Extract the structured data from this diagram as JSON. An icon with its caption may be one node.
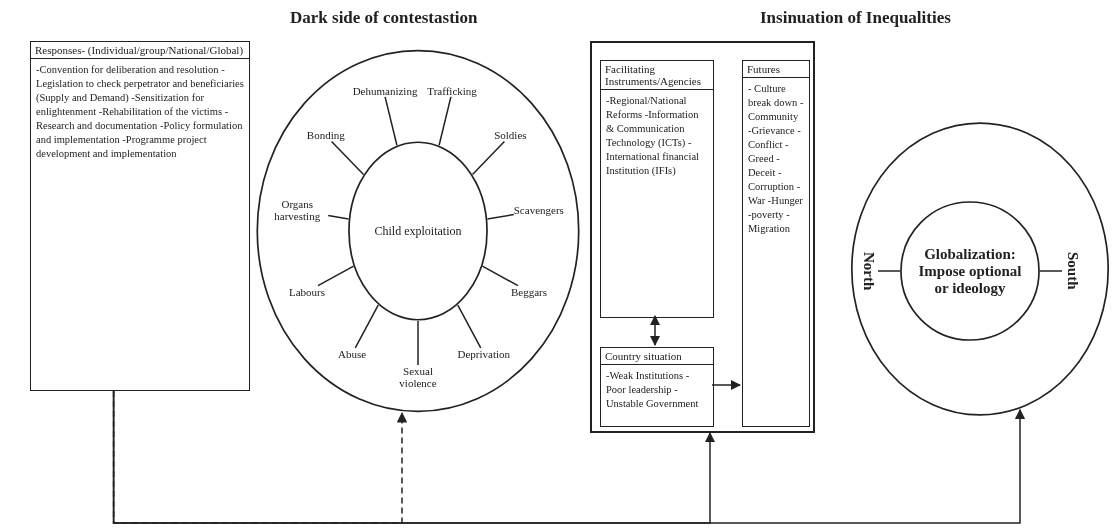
{
  "diagram": {
    "nodes": [
      {
        "text": [],
        "shape": "circle"
      },
      {
        "text": [
          "Globalization: Impose optional or ideology"
        ],
        "in": 0
      },
      {
        "text": [
          "South"
        ],
        "in": 0
      },
      {
        "text": [
          "North"
        ],
        "in": 0
      },
      {
        "text": [],
        "shape": "box"
      },
      {
        "text": [
          "Facilitating Instruments/Agencies",
          "-Regional/National Reforms -Information & Communication Technology (ICTs) -International financial Institution (IFIs)"
        ],
        "in": 4
      },
      {
        "text": [
          "Country situation",
          "-Weak Institutions -Poor leadership -Unstable Government"
        ],
        "in": 4
      },
      {
        "text": [
          "Futures",
          "- Culture break down -Community -Grievance -Conflict -Greed -Deceit -Corruption -War -Hunger -poverty -Migration"
        ],
        "in": 4
      },
      {
        "text": [],
        "shape": "circle"
      },
      {
        "text": [
          "Child exploitation"
        ],
        "in": 8
      },
      {
        "text": [
          "Sexual violence"
        ],
        "in": 8
      },
      {
        "text": [
          "Abuse"
        ],
        "in": 8
      },
      {
        "text": [
          "Labours"
        ],
        "in": 8
      },
      {
        "text": [
          "Organs harvesting"
        ],
        "in": 8
      },
      {
        "text": [
          "Bonding"
        ],
        "in": 8
      },
      {
        "text": [
          "Dehumanizing"
        ],
        "in": 8
      },
      {
        "text": [
          "Trafficking"
        ],
        "in": 8
      },
      {
        "text": [
          "Soldies"
        ],
        "in": 8
      },
      {
        "text": [
          "Scavengers"
        ],
        "in": 8
      },
      {
        "text": [
          "Beggars"
        ],
        "in": 8
      },
      {
        "text": [
          "Deprivation"
        ],
        "in": 8
      },
      {
        "text": [
          "Responses- (Individual/group/National/Global)",
          "-Convention for deliberation and resolution -Legislation to check perpetrator and beneficiaries (Supply and Demand) -Sensitization for enlightenment -Rehabilitation of the victims -Research and documentation -Policy formulation and implementation -Programme project development and implementation"
        ]
      }
    ],
    "edges": [
      {
        "from": 21,
        "to": 0,
        "arrow": "to"
      },
      {
        "from": 21,
        "to": 4,
        "arrow": "to"
      },
      {
        "from": 21,
        "to": 8,
        "arrow": "to",
        "style": "dashed"
      },
      {
        "from": 5,
        "to": 6,
        "arrow": "both"
      },
      {
        "from": 6,
        "to": 7,
        "arrow": "to"
      },
      {
        "from": 1,
        "to": 2,
        "arrow": "none"
      },
      {
        "from": 1,
        "to": 3,
        "arrow": "none"
      },
      {
        "from": 9,
        "to": 10,
        "arrow": "none"
      },
      {
        "from": 9,
        "to": 11,
        "arrow": "none"
      },
      {
        "from": 9,
        "to": 12,
        "arrow": "none"
      },
      {
        "from": 9,
        "to": 13,
        "arrow": "none"
      },
      {
        "from": 9,
        "to": 14,
        "arrow": "none"
      },
      {
        "from": 9,
        "to": 15,
        "arrow": "none"
      },
      {
        "from": 9,
        "to": 16,
        "arrow": "none"
      },
      {
        "from": 9,
        "to": 17,
        "arrow": "none"
      },
      {
        "from": 9,
        "to": 18,
        "arrow": "none"
      },
      {
        "from": 9,
        "to": 19,
        "arrow": "none"
      },
      {
        "from": 9,
        "to": 20,
        "arrow": "none"
      }
    ],
    "labels": [
      "Insinuation of Inequalities",
      "Dark side of contestastion"
    ]
  }
}
